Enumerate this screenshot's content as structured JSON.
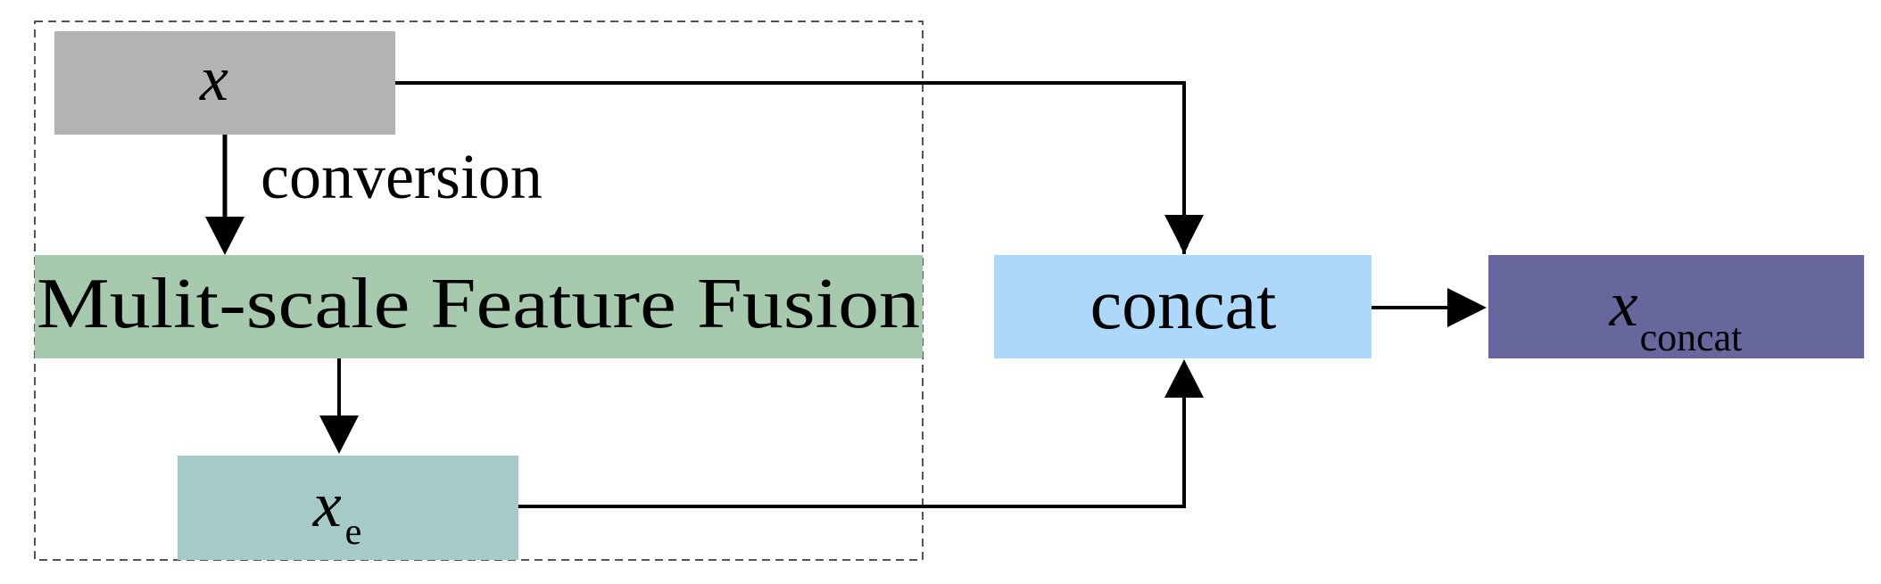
{
  "diagram": {
    "nodes": {
      "x": {
        "symbol": "x",
        "subscript": "",
        "color": "#b3b3b3"
      },
      "fusion": {
        "label": "Mulit-scale Feature Fusion",
        "color": "#a7c9ae"
      },
      "xe": {
        "symbol": "x",
        "subscript": "e",
        "color": "#a5cac8"
      },
      "concat": {
        "label": "concat",
        "color": "#add8f9"
      },
      "xconcat": {
        "symbol": "x",
        "subscript": "concat",
        "color": "#67669d"
      }
    },
    "edges": {
      "conversion_label": "conversion"
    },
    "colors": {
      "arrow": "#000000",
      "dashed_border": "#555555"
    }
  }
}
